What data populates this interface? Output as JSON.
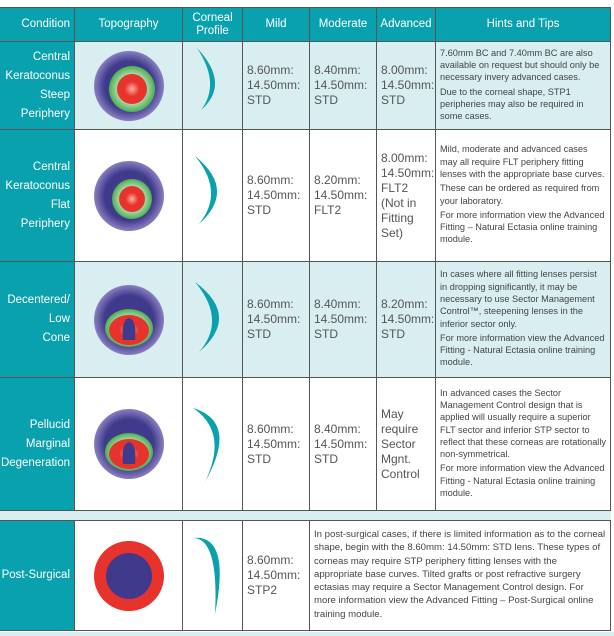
{
  "header": {
    "condition": "Condition",
    "topography": "Topography",
    "profile": "Corneal Profile",
    "mild": "Mild",
    "moderate": "Moderate",
    "advanced": "Advanced",
    "hints": "Hints and Tips"
  },
  "rows": [
    {
      "condition": [
        "Central",
        "Keratoconus",
        "Steep",
        "Periphery"
      ],
      "mild": [
        "8.60mm:",
        "14.50mm:",
        "STD"
      ],
      "moderate": [
        "8.40mm:",
        "14.50mm:",
        "STD"
      ],
      "advanced": [
        "8.00mm:",
        "14.50mm:",
        "STD"
      ],
      "hints": [
        "7.60mm BC and 7.40mm BC are also available on request but should only be necessary invery  advanced cases.",
        "Due to the corneal shape, STP1 peripheries may also be required in some cases."
      ]
    },
    {
      "condition": [
        "Central",
        "Keratoconus",
        "Flat Periphery"
      ],
      "mild": [
        "8.60mm:",
        "14.50mm:",
        "STD"
      ],
      "moderate": [
        "8.20mm:",
        "14.50mm:",
        "FLT2"
      ],
      "advanced": [
        "8.00mm:",
        "14.50mm:",
        "FLT2",
        "(Not in",
        "Fitting Set)"
      ],
      "hints": [
        "Mild, moderate and advanced cases may all require FLT periphery fitting lenses with the appropriate base curves.",
        "These can be ordered as required from your laboratory.",
        "For more information view the Advanced Fitting – Natural Ectasia online training module."
      ]
    },
    {
      "condition": [
        "Decentered/",
        "Low",
        "Cone"
      ],
      "mild": [
        "8.60mm:",
        "14.50mm:",
        "STD"
      ],
      "moderate": [
        "8.40mm:",
        "14.50mm:",
        "STD"
      ],
      "advanced": [
        "8.20mm:",
        "14.50mm:",
        "STD"
      ],
      "hints": [
        "In cases where all fitting lenses persist in dropping significantly, it may be necessary to use Sector Management Control™, steepening lenses in the inferior sector only.",
        "For more information view the Advanced Fitting - Natural Ectasia online training module."
      ]
    },
    {
      "condition": [
        "Pellucid",
        "Marginal",
        "Degeneration"
      ],
      "mild": [
        "8.60mm:",
        "14.50mm:",
        "STD"
      ],
      "moderate": [
        "8.40mm:",
        "14.50mm:",
        "STD"
      ],
      "advanced": [
        "May",
        "require",
        "Sector",
        "Mgnt.",
        "Control"
      ],
      "hints": [
        "In advanced cases the Sector Management Control design that is applied will usually require a superior FLT sector and inferior STP sector to reflect that these corneas are rotationally non-symmetrical.",
        "For more information view the Advanced Fitting - Natural Ectasia online training module."
      ]
    },
    {
      "condition": [
        "Post-Surgical"
      ],
      "mild": [
        "8.60mm:",
        "14.50mm:",
        "STP2"
      ],
      "hints": [
        "In post-surgical cases, if there is limited information as to the corneal shape, begin with the 8.60mm: 14.50mm: STD lens. These types of corneas may require STP periphery fitting lenses with the appropriate base curves. Tilted grafts or post refractive surgery ectasias may require a Sector Management Control design. For more information view the Advanced Fitting – Post-Surgical online training module."
      ]
    }
  ],
  "colors": {
    "teal": "#0aa1ae",
    "light": "#d8eef1",
    "purple": "#3f3a8c",
    "red": "#e8322c",
    "green": "#4caf50"
  }
}
